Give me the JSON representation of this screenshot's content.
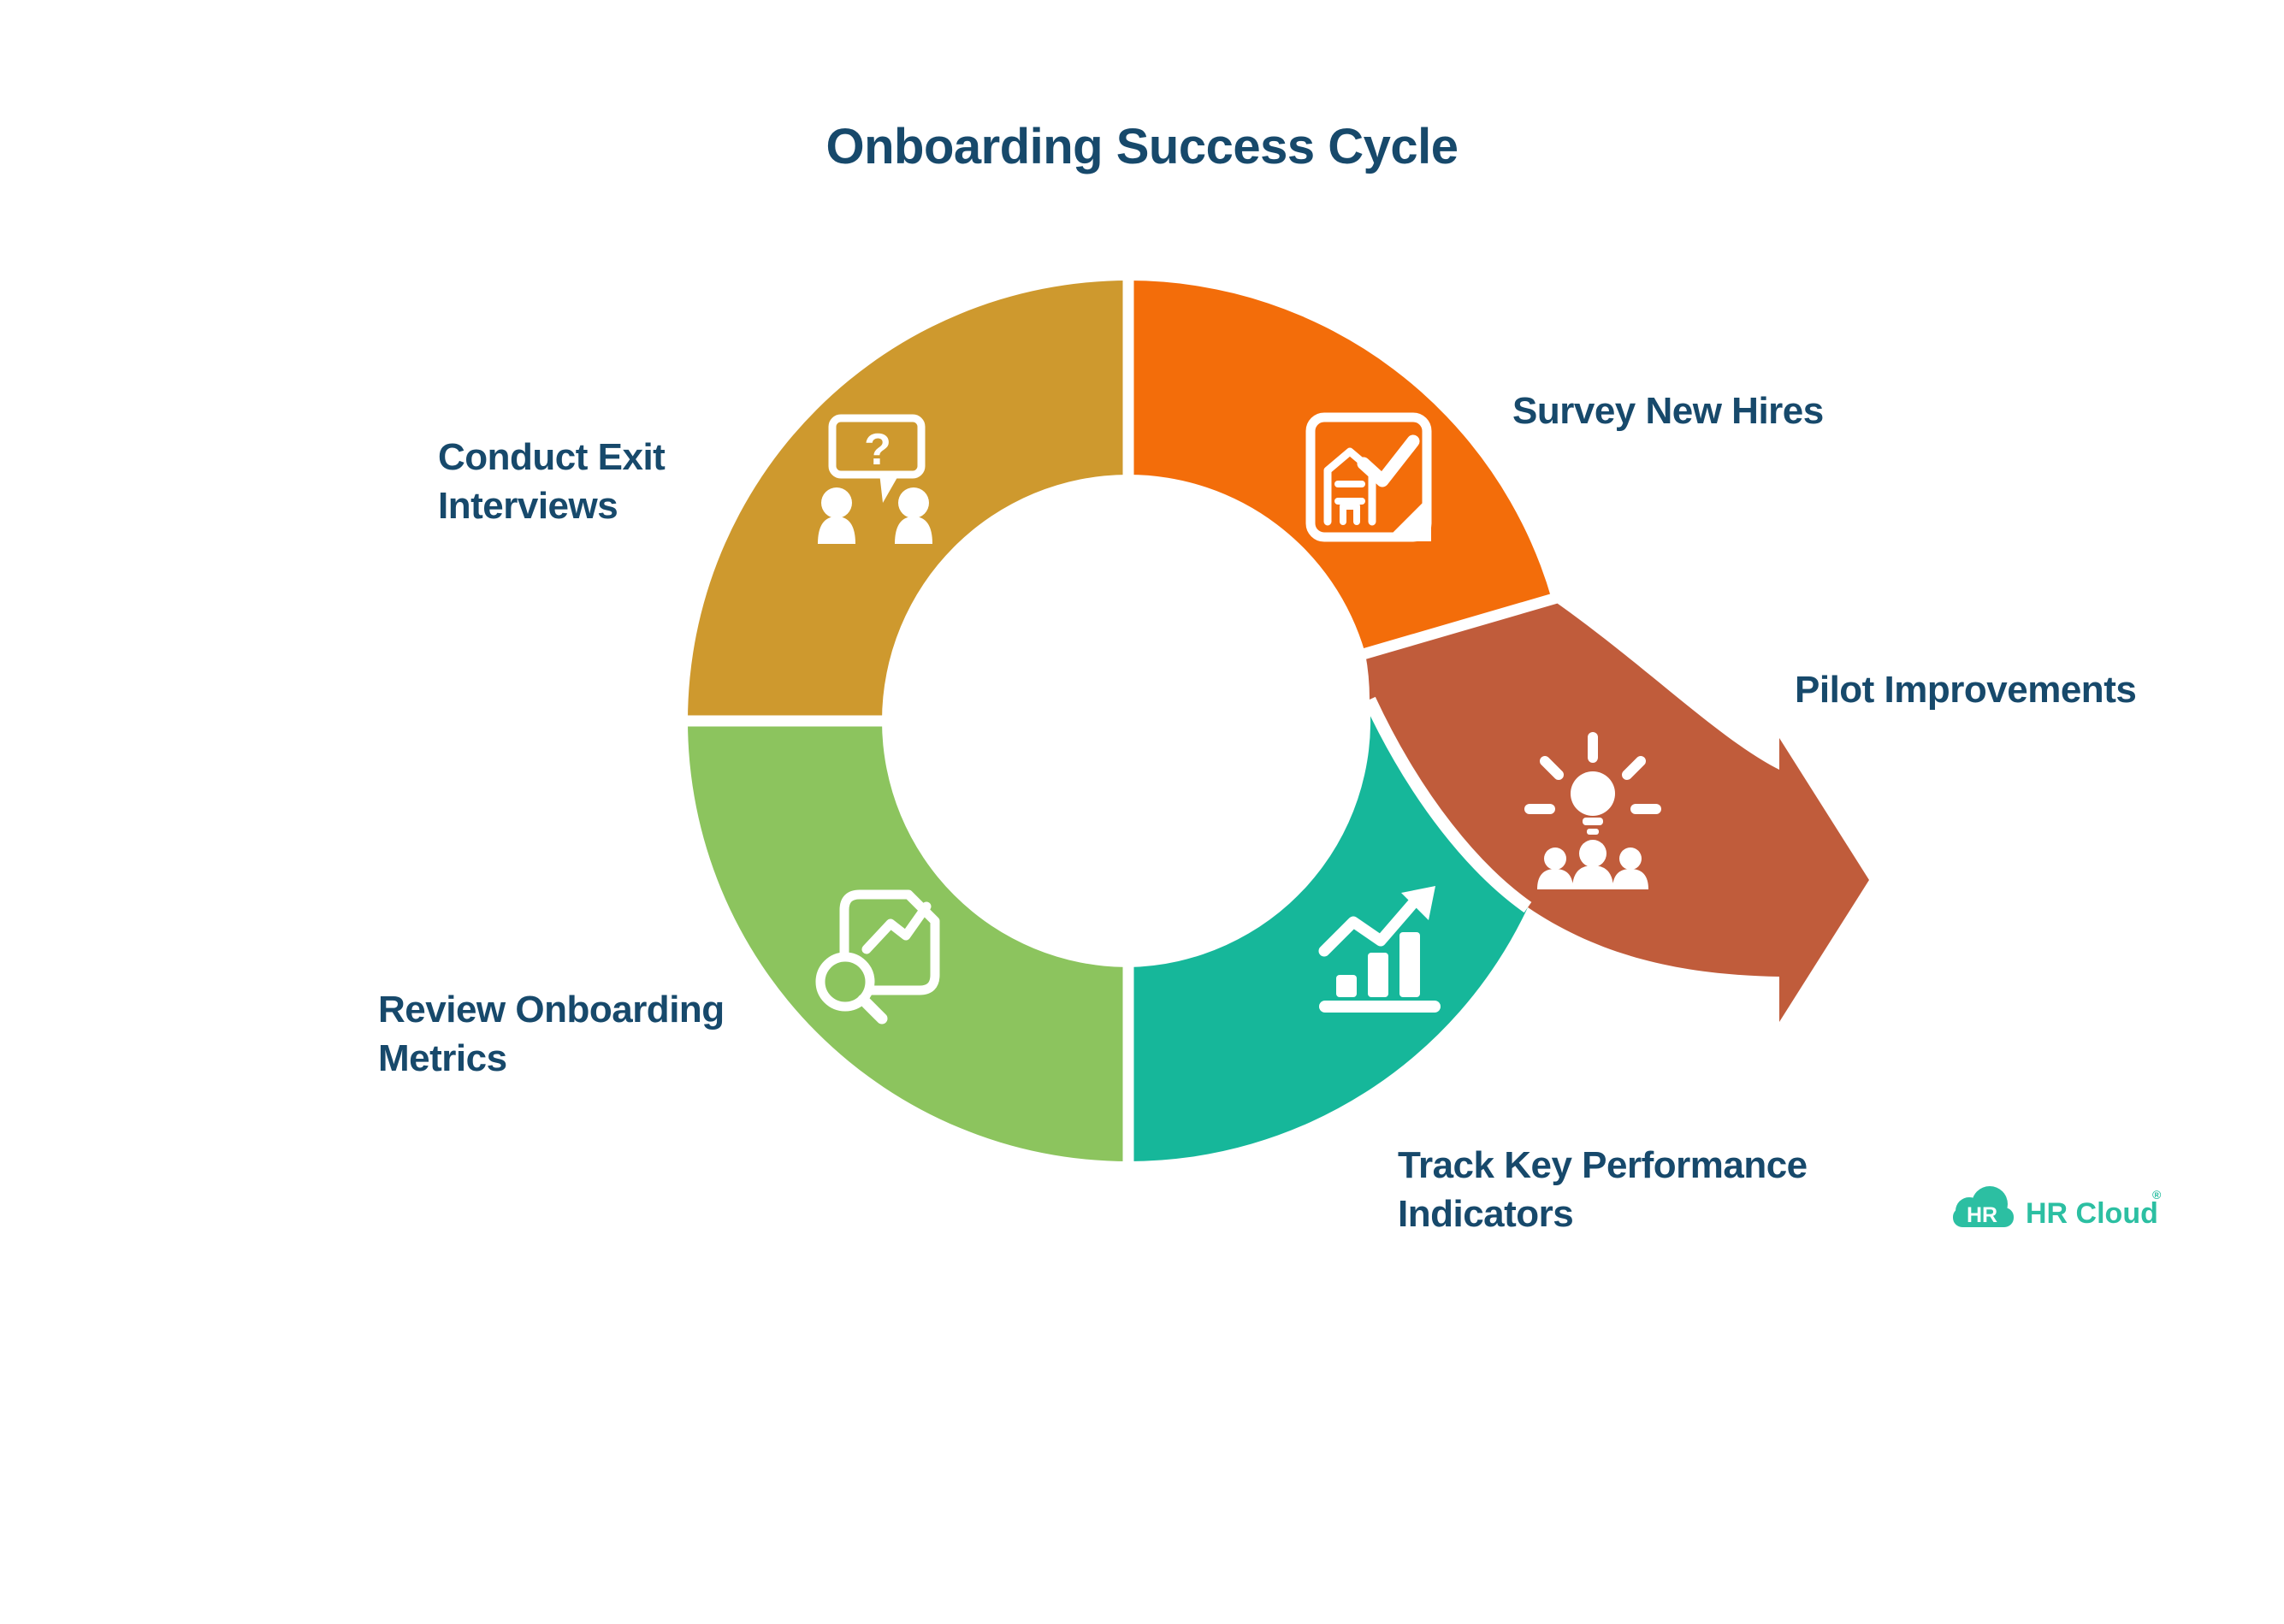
{
  "title": "Onboarding Success Cycle",
  "text_color": "#17496B",
  "background": "#FFFFFF",
  "steps": [
    {
      "id": "conduct-exit-interviews",
      "label": "Conduct Exit Interviews",
      "color": "#CE992E",
      "icon": "interview-speech-bubble-icon",
      "icon_glyph": "?"
    },
    {
      "id": "survey-new-hires",
      "label": "Survey New Hires",
      "color": "#F36D0A",
      "icon": "survey-document-check-icon"
    },
    {
      "id": "pilot-improvements",
      "label": "Pilot Improvements",
      "color": "#C05C3B",
      "icon": "team-idea-lightbulb-icon"
    },
    {
      "id": "track-key-performance-indicators",
      "label": "Track Key Performance Indicators",
      "color": "#16B79A",
      "icon": "kpi-bar-chart-icon"
    },
    {
      "id": "review-onboarding-metrics",
      "label": "Review Onboarding Metrics",
      "color": "#8CC45E",
      "icon": "metrics-magnifier-document-icon"
    }
  ],
  "brand": {
    "logo_badge": "HR",
    "logo_text": "HR Cloud",
    "registered_mark": "®",
    "logo_color": "#2CBFA2"
  }
}
